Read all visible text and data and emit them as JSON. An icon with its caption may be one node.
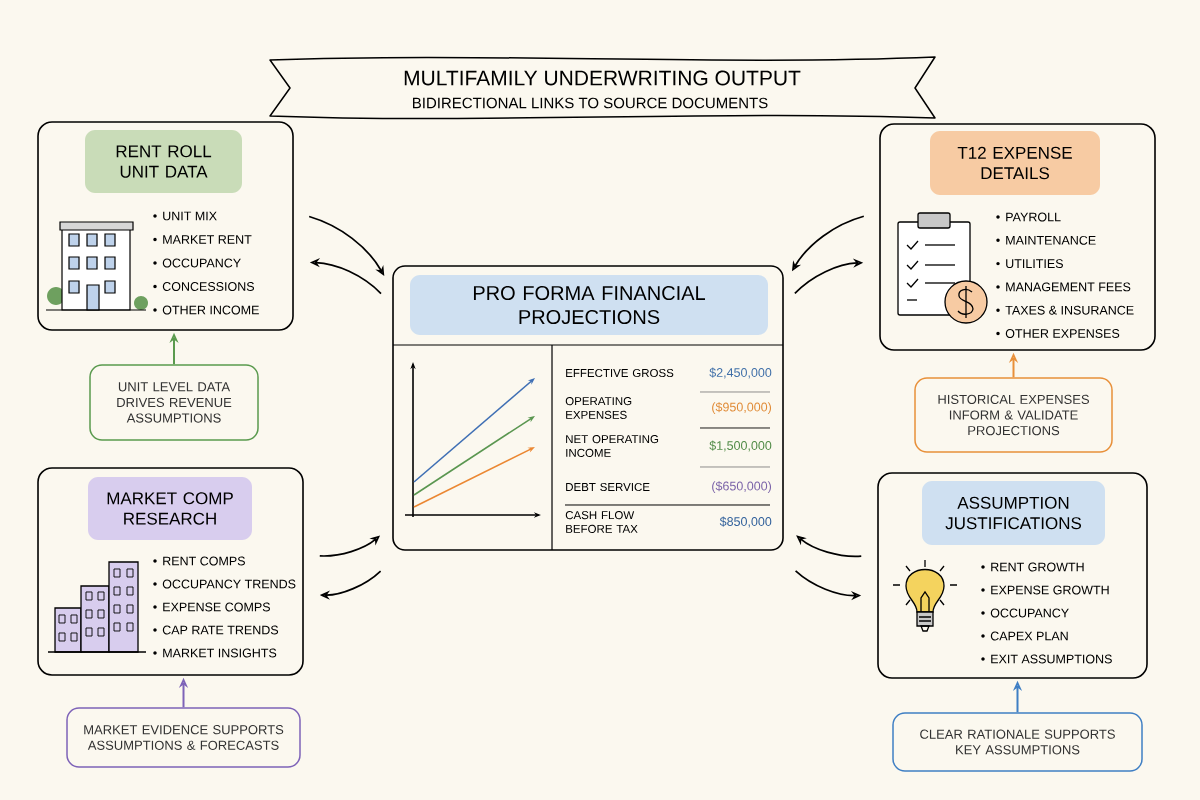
{
  "diagram": {
    "title": "MULTIFAMILY UNDERWRITING OUTPUT",
    "nodes": [
      {
        "text": [
          "RENT ROLL UNIT DATA",
          "UNIT MIX",
          "MARKET RENT",
          "OCCUPANCY",
          "CONCESSIONS",
          "OTHER INCOME"
        ]
      },
      {
        "text": [
          "UNIT LEVEL DATA DRIVES REVENUE ASSUMPTIONS"
        ]
      },
      {
        "text": [
          "T12 EXPENSE DETAILS",
          "PAYROLL",
          "MAINTENANCE",
          "UTILITIES",
          "MANAGEMENT FEES",
          "TAXES & INSURANCE",
          "OTHER EXPENSES"
        ]
      },
      {
        "text": [
          "HISTORICAL EXPENSES INFORM & VALIDATE PROJECTIONS"
        ]
      },
      {
        "text": [
          "PRO FORMA FINANCIAL PROJECTIONS",
          "EFFECTIVE GROSS",
          "$2,450,000",
          "OPERATING EXPENSES",
          "($950,000)",
          "NET OPERATING INCOME",
          "$1,500,000",
          "DEBT SERVICE",
          "($650,000)",
          "CASH FLOW BEFORE TAX",
          "$850,000"
        ]
      },
      {
        "text": [
          "MARKET COMP RESEARCH",
          "RENT COMPS",
          "OCCUPANCY TRENDS",
          "EXPENSE COMPS",
          "CAP RATE TRENDS",
          "MARKET INSIGHTS"
        ]
      },
      {
        "text": [
          "MARKET EVIDENCE SUPPORTS ASSUMPTIONS & FORECASTS"
        ]
      },
      {
        "text": [
          "ASSUMPTION JUSTIFICATIONS",
          "RENT GROWTH",
          "EXPENSE GROWTH",
          "OCCUPANCY",
          "CAPEX PLAN",
          "EXIT ASSUMPTIONS"
        ]
      },
      {
        "text": [
          "CLEAR RATIONALE SUPPORTS KEY ASSUMPTIONS"
        ]
      }
    ],
    "edges": [
      {
        "from": 0,
        "to": 4,
        "arrow": "to"
      },
      {
        "from": 4,
        "to": 0,
        "arrow": "to"
      },
      {
        "from": 1,
        "to": 0,
        "arrow": "to",
        "color": "#5a9a4e"
      },
      {
        "from": 2,
        "to": 4,
        "arrow": "to"
      },
      {
        "from": 4,
        "to": 2,
        "arrow": "to"
      },
      {
        "from": 3,
        "to": 2,
        "arrow": "to",
        "color": "#e8903a"
      },
      {
        "from": 5,
        "to": 4,
        "arrow": "to"
      },
      {
        "from": 4,
        "to": 5,
        "arrow": "to"
      },
      {
        "from": 6,
        "to": 5,
        "arrow": "to",
        "color": "#7e63b8"
      },
      {
        "from": 7,
        "to": 4,
        "arrow": "to"
      },
      {
        "from": 4,
        "to": 7,
        "arrow": "to"
      },
      {
        "from": 8,
        "to": 7,
        "arrow": "to",
        "color": "#3f7fc4"
      }
    ],
    "labels": [
      "BIDIRECTIONAL LINKS TO SOURCE DOCUMENTS"
    ]
  }
}
